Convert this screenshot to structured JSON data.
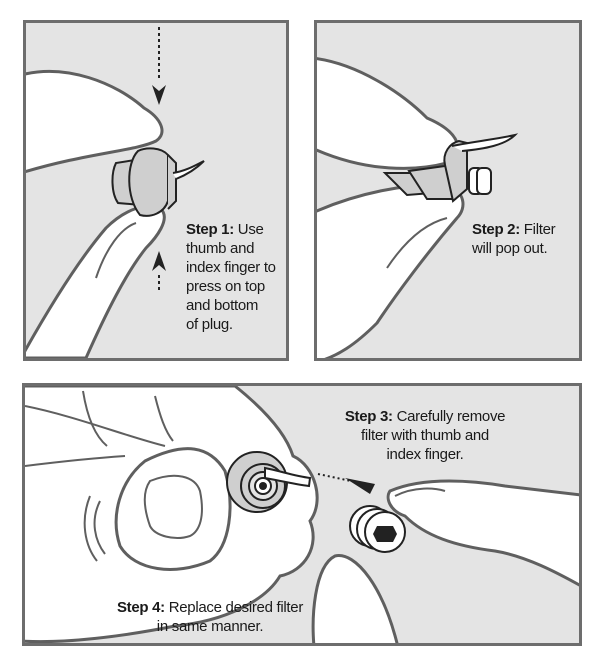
{
  "colors": {
    "panel_bg": "#e4e4e4",
    "border": "#6d6d6d",
    "outline": "#5f5f5f",
    "skin": "#ffffff",
    "plug": "#cfcfcf",
    "text": "#1a1a1a"
  },
  "steps": [
    {
      "label": "Step 1:",
      "text_lines": [
        "Use",
        "thumb and",
        "index finger to",
        "press on top",
        "and bottom",
        "of plug."
      ],
      "icons": [
        "arrow-down-icon",
        "arrow-up-icon"
      ]
    },
    {
      "label": "Step 2:",
      "text_lines": [
        "Filter",
        "will pop out."
      ]
    },
    {
      "label": "Step 3:",
      "text_lines": [
        "Carefully remove",
        "filter with thumb and",
        "index finger."
      ],
      "icons": [
        "arrow-right-icon"
      ]
    },
    {
      "label": "Step 4:",
      "text_lines": [
        "Replace desired filter",
        "in same manner."
      ]
    }
  ]
}
